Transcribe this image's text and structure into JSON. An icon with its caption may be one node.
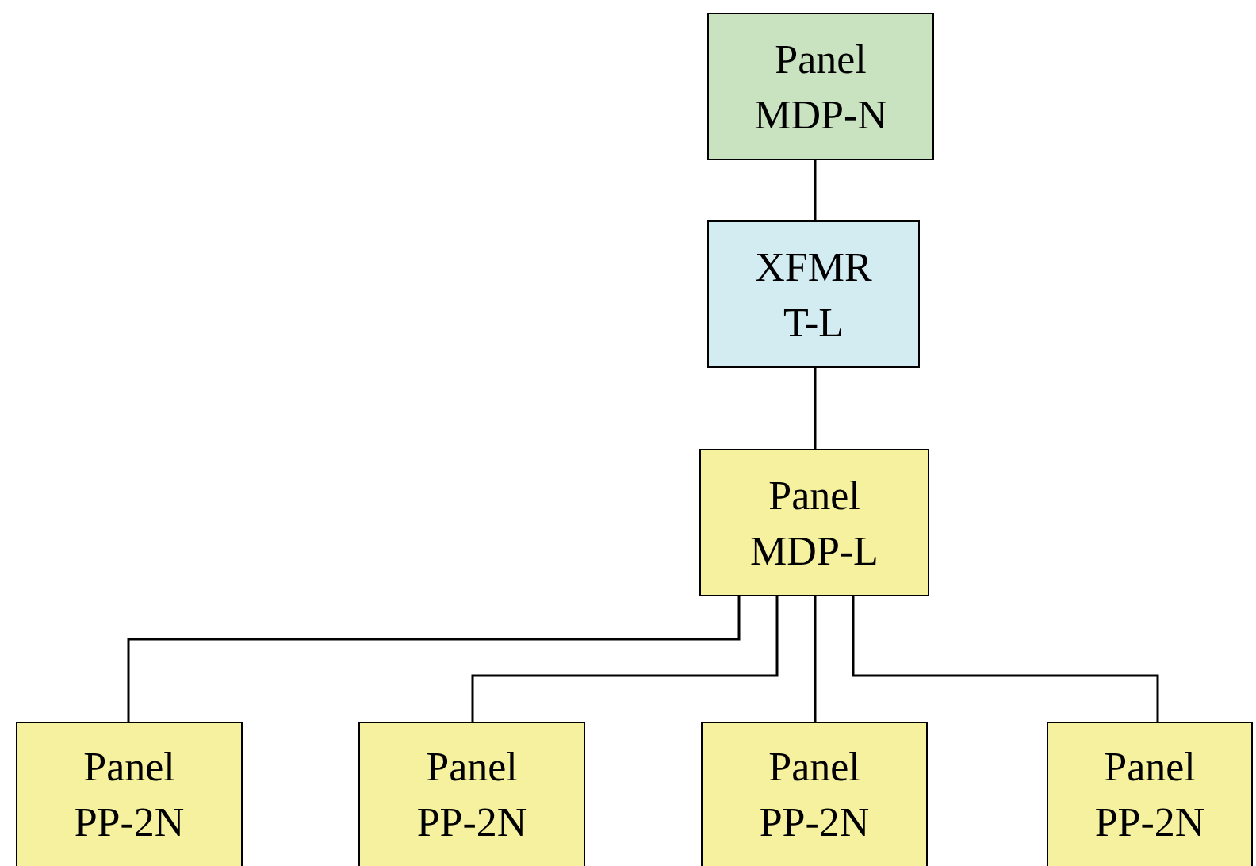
{
  "diagram": {
    "nodes": [
      {
        "text": [
          "Panel MDP-N"
        ]
      },
      {
        "text": [
          "XFMR T-L"
        ]
      },
      {
        "text": [
          "Panel MDP-L"
        ]
      },
      {
        "text": [
          "Panel PP-2N"
        ]
      },
      {
        "text": [
          "Panel PP-2N"
        ]
      },
      {
        "text": [
          "Panel PP-2N"
        ]
      },
      {
        "text": [
          "Panel PP-2N"
        ]
      }
    ],
    "edges": [
      {
        "from": 0,
        "to": 1,
        "arrow": "none"
      },
      {
        "from": 1,
        "to": 2,
        "arrow": "none"
      },
      {
        "from": 2,
        "to": 3,
        "arrow": "none"
      },
      {
        "from": 2,
        "to": 4,
        "arrow": "none"
      },
      {
        "from": 2,
        "to": 5,
        "arrow": "none"
      },
      {
        "from": 2,
        "to": 6,
        "arrow": "none"
      }
    ]
  }
}
